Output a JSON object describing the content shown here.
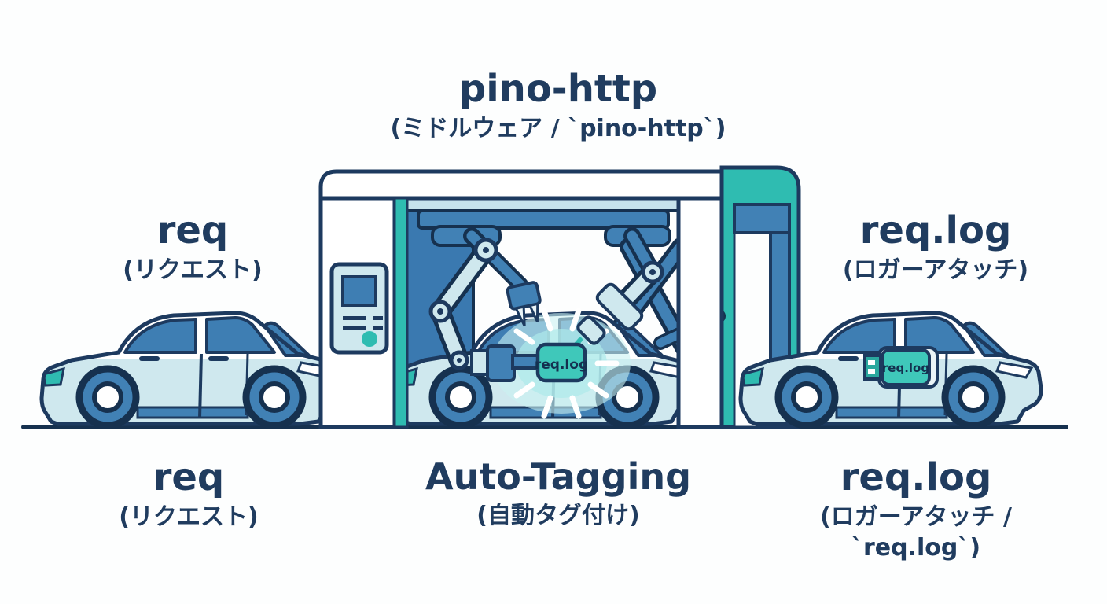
{
  "title": {
    "main": "pino-http",
    "subtitle": "(ミドルウェア / `pino-http`)"
  },
  "labels": {
    "input_top": {
      "main": "req",
      "sub": "(リクエスト)"
    },
    "output_top": {
      "main": "req.log",
      "sub": "(ロガーアタッチ)"
    },
    "input_bottom": {
      "main": "req",
      "sub": "(リクエスト)"
    },
    "process_bottom": {
      "main": "Auto-Tagging",
      "sub": "(自動タグ付け)"
    },
    "output_bottom": {
      "main": "req.log",
      "sub": "(ロガーアタッチ /",
      "sub2": "`req.log`)"
    }
  },
  "tags": {
    "middle_car": "req.log",
    "right_car": "req.log"
  },
  "colors": {
    "outline_navy": "#1d3a5f",
    "dark_navy": "#16314f",
    "text_navy": "#203c5f",
    "blue": "#4181b5",
    "window_blue": "#3e7eb3",
    "light_blue": "#cfe8ee",
    "rail_blue": "#c6e3ec",
    "teal": "#2fbcb1",
    "tag_teal": "#3fc8ba",
    "glow": "#c9f2f2",
    "background": "#fdfefe"
  }
}
